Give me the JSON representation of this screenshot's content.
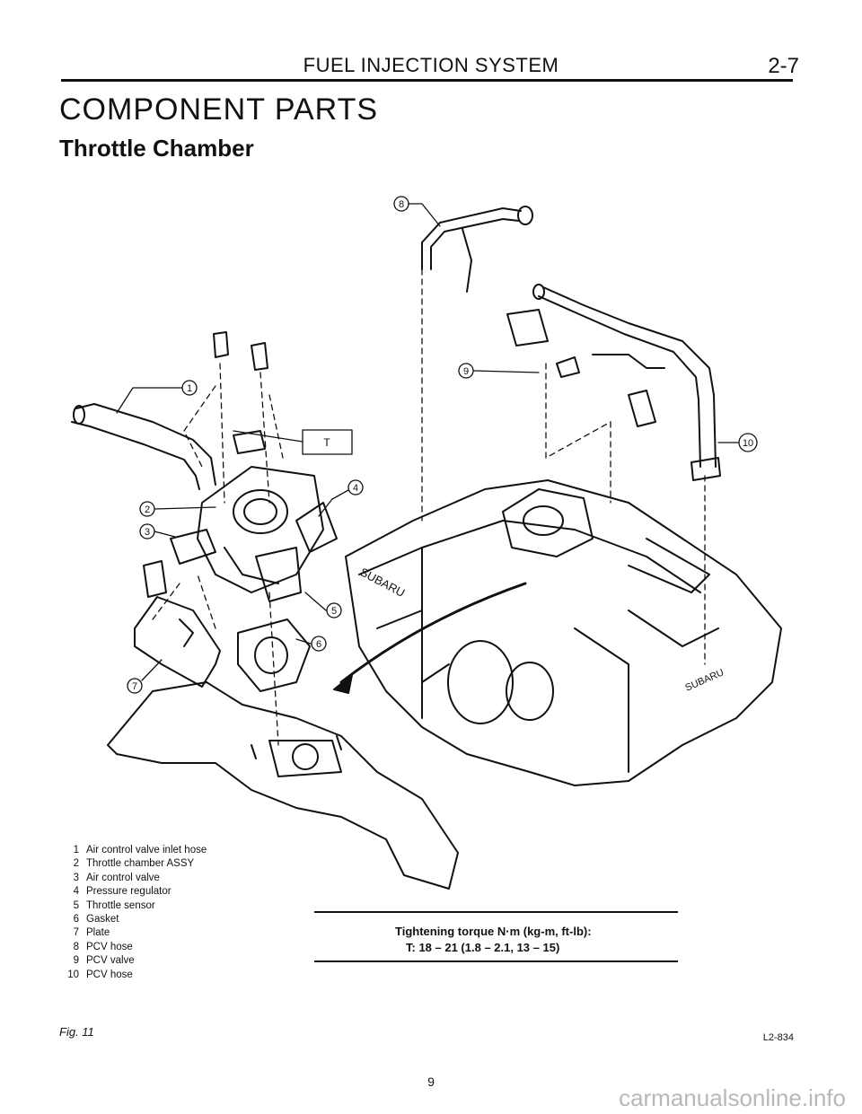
{
  "header": {
    "title": "FUEL INJECTION SYSTEM",
    "page_ref": "2-7"
  },
  "section_title": "COMPONENT PARTS",
  "subtitle": "Throttle Chamber",
  "callouts": {
    "c1": "1",
    "c2": "2",
    "c3": "3",
    "c4": "4",
    "c5": "5",
    "c6": "6",
    "c7": "7",
    "c8": "8",
    "c9": "9",
    "c10": "10",
    "torque_box": "T",
    "brand1": "SUBARU",
    "brand2": "SUBARU"
  },
  "legend": [
    {
      "num": "1",
      "label": "Air control valve inlet hose"
    },
    {
      "num": "2",
      "label": "Throttle chamber ASSY"
    },
    {
      "num": "3",
      "label": "Air control valve"
    },
    {
      "num": "4",
      "label": "Pressure regulator"
    },
    {
      "num": "5",
      "label": "Throttle sensor"
    },
    {
      "num": "6",
      "label": "Gasket"
    },
    {
      "num": "7",
      "label": "Plate"
    },
    {
      "num": "8",
      "label": "PCV hose"
    },
    {
      "num": "9",
      "label": "PCV valve"
    },
    {
      "num": "10",
      "label": "PCV hose"
    }
  ],
  "torque": {
    "heading": "Tightening torque N·m (kg-m, ft-lb):",
    "value": "T:  18 – 21 (1.8 – 2.1, 13 – 15)"
  },
  "figure_label": "Fig. 11",
  "drawing_code": "L2-834",
  "page_number": "9",
  "watermark": "carmanualsonline.info"
}
